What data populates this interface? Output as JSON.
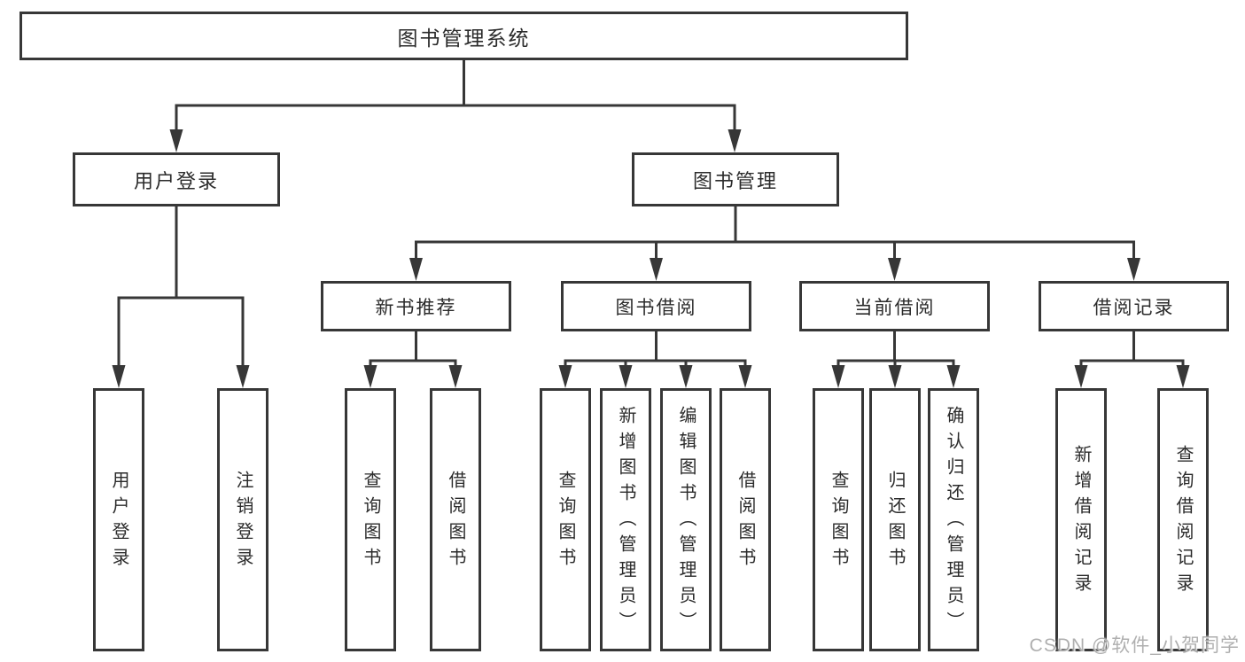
{
  "diagram": {
    "root": {
      "label": "图书管理系统"
    },
    "level2": {
      "user_login": {
        "label": "用户登录"
      },
      "book_management": {
        "label": "图书管理"
      }
    },
    "level3": {
      "new_book_recommend": {
        "label": "新书推荐"
      },
      "book_borrow": {
        "label": "图书借阅"
      },
      "current_borrow": {
        "label": "当前借阅"
      },
      "borrow_record": {
        "label": "借阅记录"
      }
    },
    "leaves": {
      "user_login": [
        "用户登录",
        "注销登录"
      ],
      "new_book_recommend": [
        "查询图书",
        "借阅图书"
      ],
      "book_borrow": [
        "查询图书",
        "新增图书（管理员）",
        "编辑图书（管理员）",
        "借阅图书"
      ],
      "current_borrow": [
        "查询图书",
        "归还图书",
        "确认归还（管理员）"
      ],
      "borrow_record": [
        "新增借阅记录",
        "查询借阅记录"
      ]
    }
  },
  "watermark": {
    "text": "CSDN @软件_小贺同学"
  },
  "colors": {
    "line": "#373737",
    "text": "#2b2b2b",
    "background": "#ffffff",
    "watermark": "#9e9e9e"
  }
}
